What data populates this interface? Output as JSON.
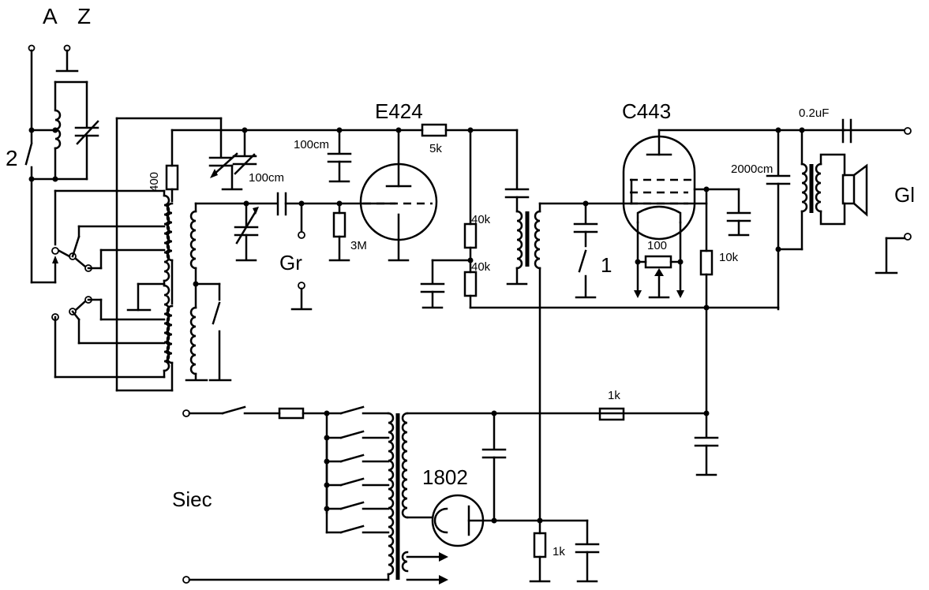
{
  "labels": {
    "antenna": "A",
    "ground": "Z",
    "switch2": "2",
    "coil400": "400",
    "cap100cm_a": "100cm",
    "cap100cm_b": "100cm",
    "tube1": "E424",
    "res5k": "5k",
    "res3M": "3M",
    "gr": "Gr",
    "res40k_a": "40k",
    "res40k_b": "40k",
    "switch1": "1",
    "tube2": "C443",
    "pot100": "100",
    "res10k": "10k",
    "cap2000cm": "2000cm",
    "cap02uF": "0.2uF",
    "gl": "Gl",
    "res1k_top": "1k",
    "res1k_bottom": "1k",
    "rectifier": "1802",
    "mains": "Siec"
  }
}
